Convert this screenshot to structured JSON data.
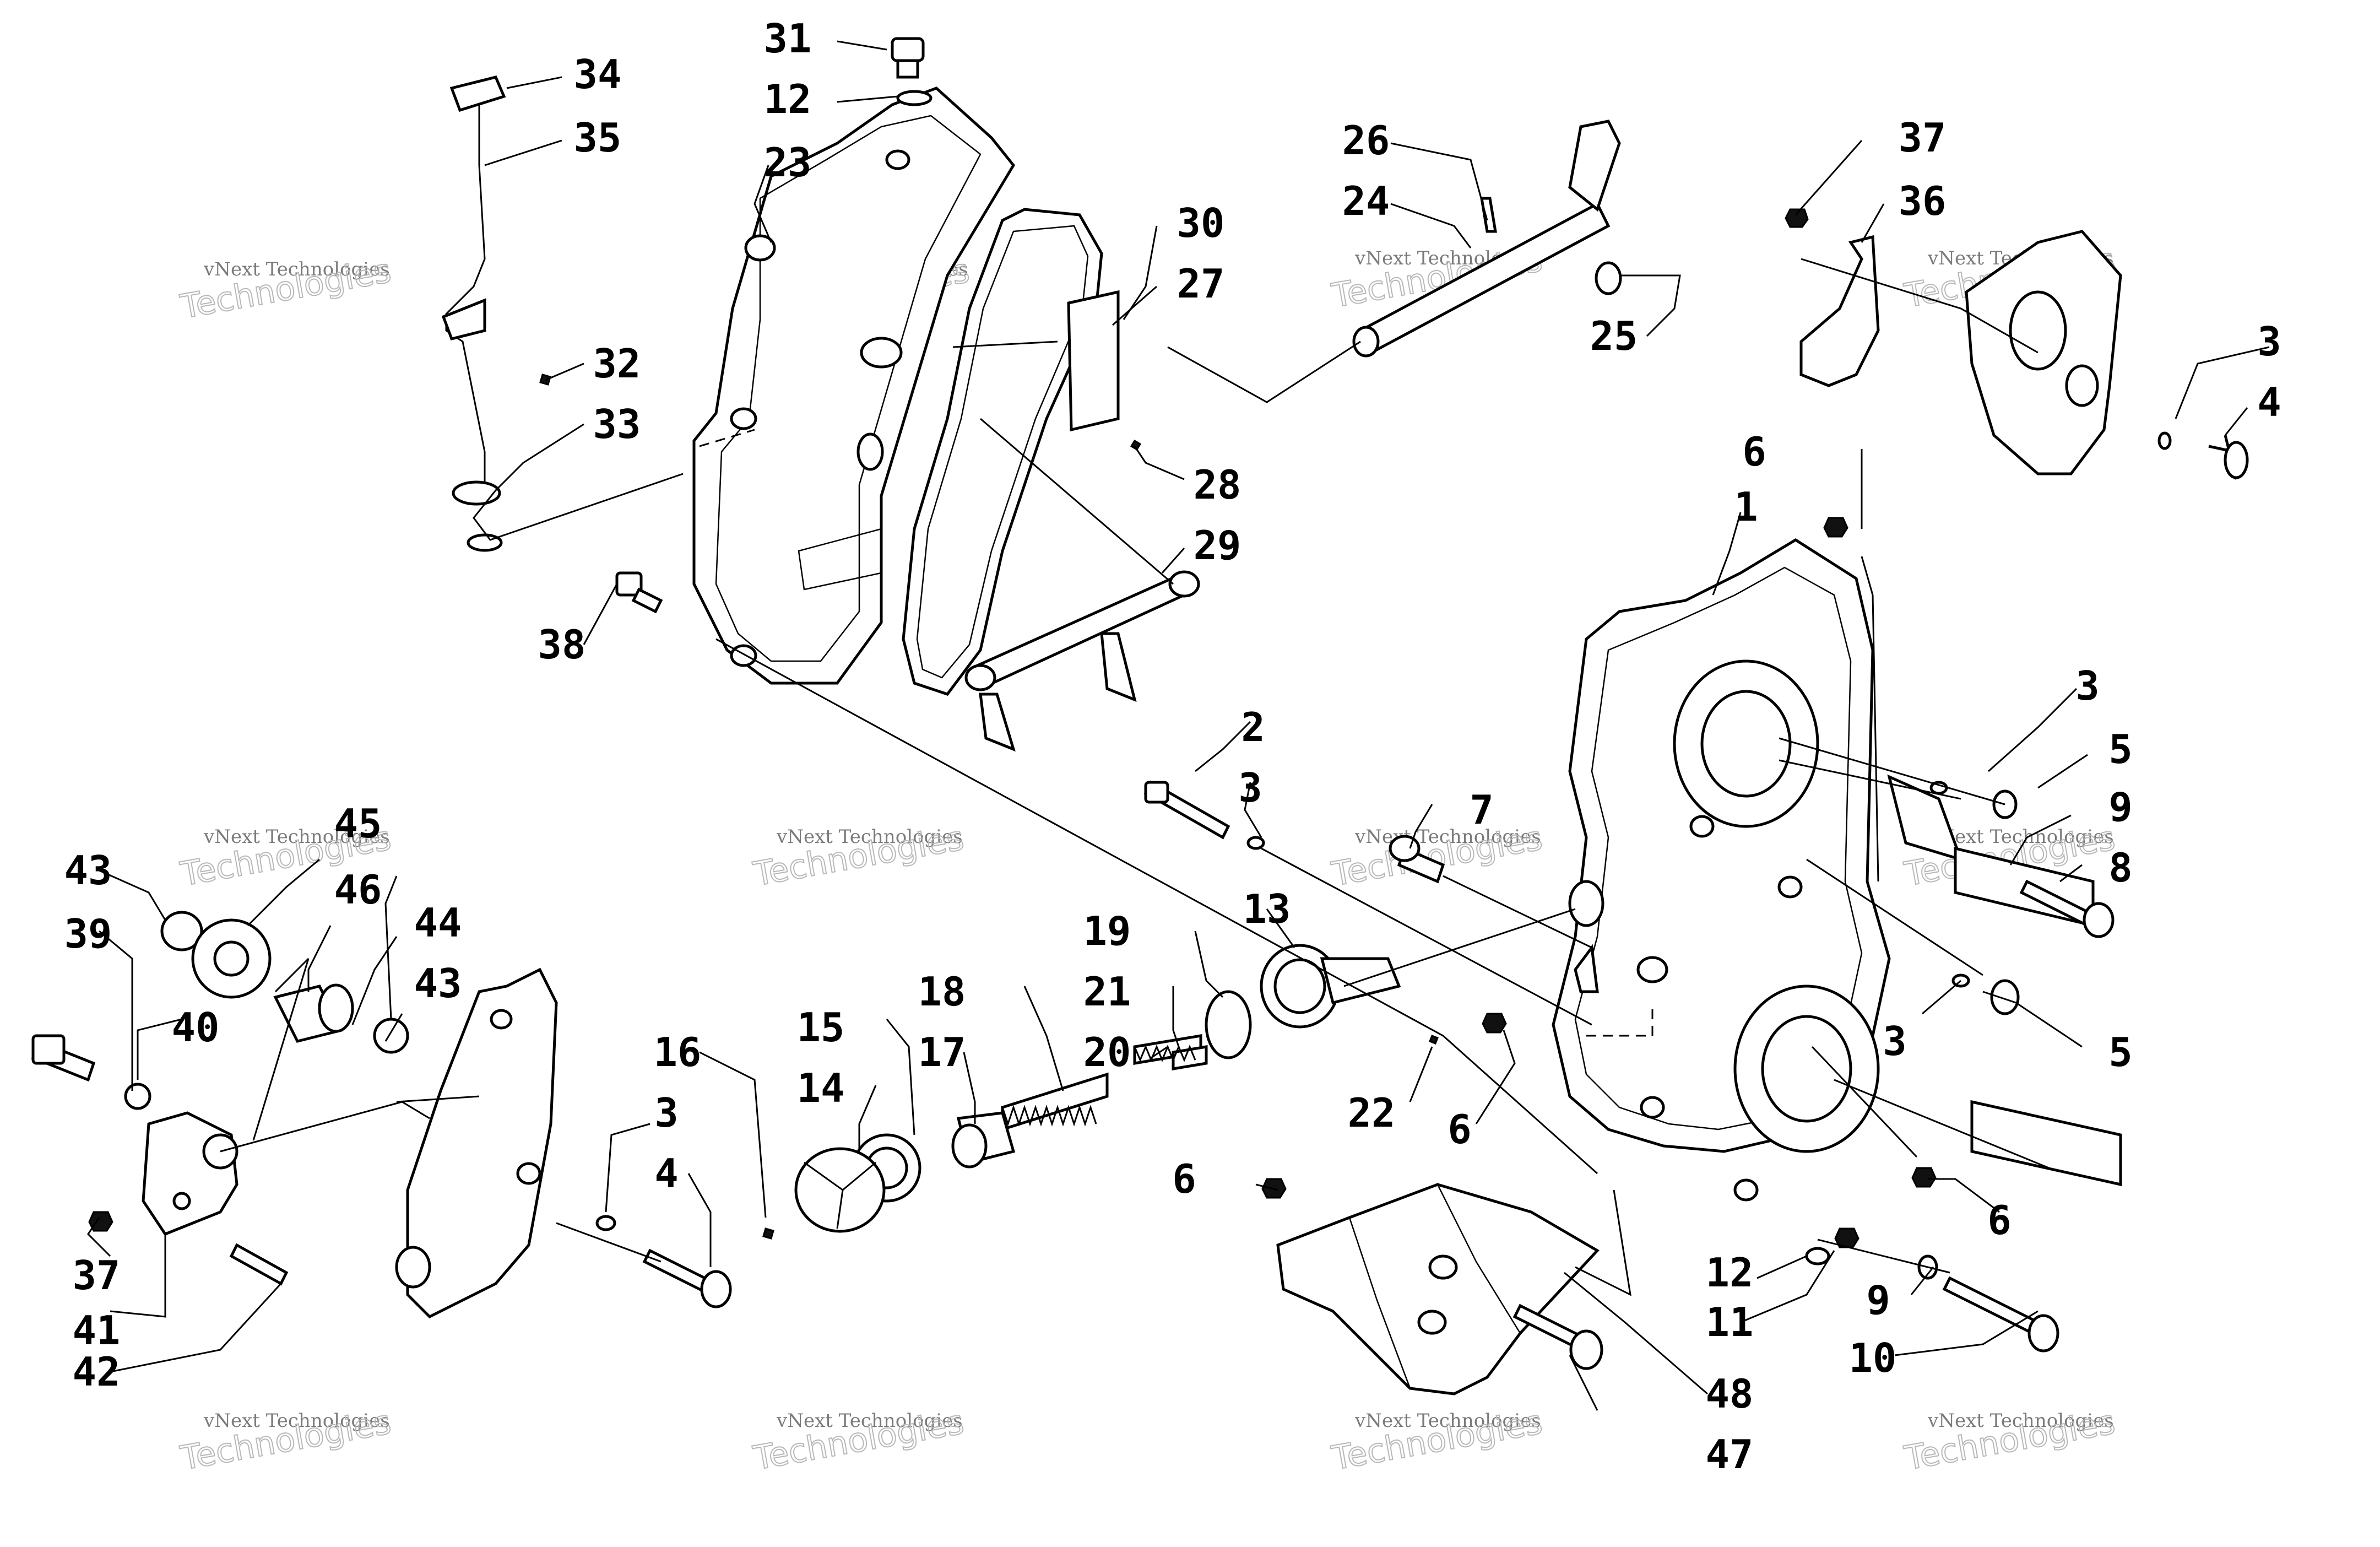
{
  "callouts": [
    "1",
    "2",
    "3",
    "4",
    "5",
    "6",
    "7",
    "8",
    "9",
    "10",
    "11",
    "12",
    "13",
    "14",
    "15",
    "16",
    "17",
    "18",
    "19",
    "20",
    "21",
    "22",
    "23",
    "24",
    "25",
    "26",
    "27",
    "28",
    "29",
    "30",
    "31",
    "32",
    "33",
    "34",
    "35",
    "36",
    "37",
    "38",
    "39",
    "40",
    "41",
    "42",
    "43",
    "44",
    "45",
    "46",
    "47",
    "48"
  ],
  "watermark": {
    "line1": "vNext Technologies",
    "line2": "Technologies"
  }
}
